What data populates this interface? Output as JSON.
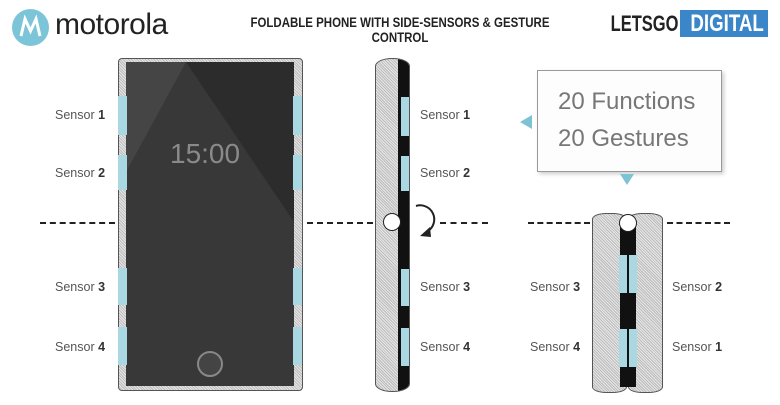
{
  "header": {
    "brand": "motorola",
    "title": "FOLDABLE PHONE WITH SIDE-SENSORS & GESTURE CONTROL",
    "site_logo_part1": "LETSGO",
    "site_logo_part2": "DIGITAL"
  },
  "colors": {
    "sensor": "#a9d8e3",
    "brand_circle": "#7cc5d8",
    "site_blue": "#3a86c8"
  },
  "front_view": {
    "clock": "15:00",
    "labels": [
      {
        "text": "Sensor",
        "num": "1"
      },
      {
        "text": "Sensor",
        "num": "2"
      },
      {
        "text": "Sensor",
        "num": "3"
      },
      {
        "text": "Sensor",
        "num": "4"
      }
    ]
  },
  "side_view": {
    "labels": [
      {
        "text": "Sensor",
        "num": "1"
      },
      {
        "text": "Sensor",
        "num": "2"
      },
      {
        "text": "Sensor",
        "num": "3"
      },
      {
        "text": "Sensor",
        "num": "4"
      }
    ]
  },
  "callout": {
    "line1": "20 Functions",
    "line2": "20 Gestures"
  },
  "folded_view": {
    "left_labels": [
      {
        "text": "Sensor",
        "num": "3"
      },
      {
        "text": "Sensor",
        "num": "4"
      }
    ],
    "right_labels": [
      {
        "text": "Sensor",
        "num": "2"
      },
      {
        "text": "Sensor",
        "num": "1"
      }
    ]
  }
}
